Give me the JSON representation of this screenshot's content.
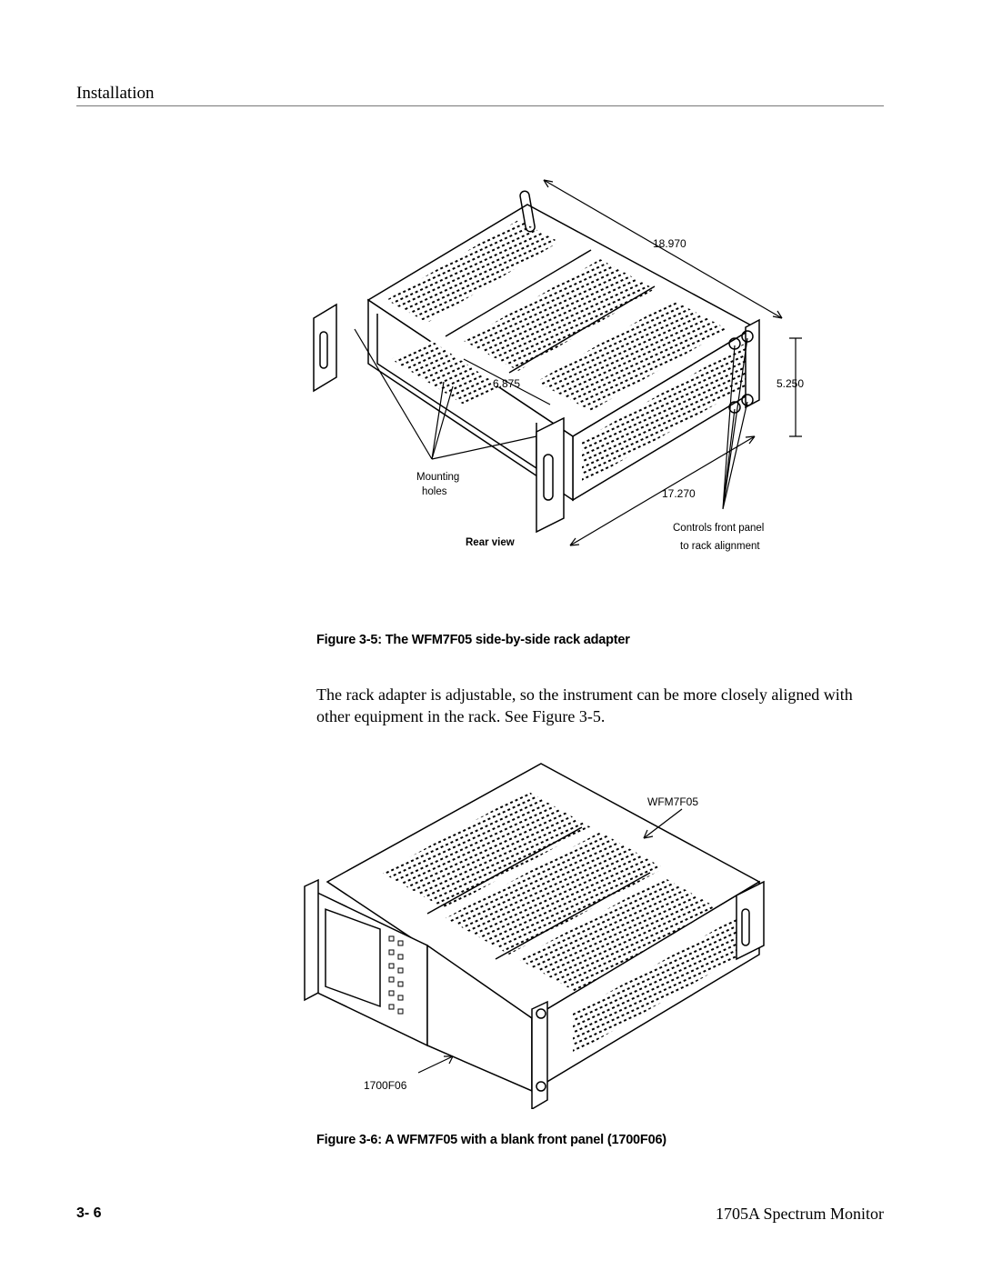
{
  "header": {
    "section": "Installation"
  },
  "figure1": {
    "caption": "Figure 3-5: The WFM7F05 side-by-side rack adapter",
    "labels": {
      "depth": "18.970",
      "height": "5.250",
      "inner_width": "6.875",
      "width": "17.270",
      "mounting_line1": "Mounting",
      "mounting_line2": "holes",
      "rear_view": "Rear view",
      "controls_line1": "Controls front panel",
      "controls_line2": "to rack alignment"
    }
  },
  "body": {
    "paragraph": "The rack adapter is adjustable, so the instrument can be more closely aligned with other equipment in the rack. See Figure 3-5."
  },
  "figure2": {
    "caption": "Figure 3-6: A WFM7F05 with a blank front panel (1700F06)",
    "labels": {
      "wfm": "WFM7F05",
      "blank_panel": "1700F06"
    }
  },
  "footer": {
    "page_number": "3- 6",
    "product": "1705A Spectrum Monitor"
  }
}
